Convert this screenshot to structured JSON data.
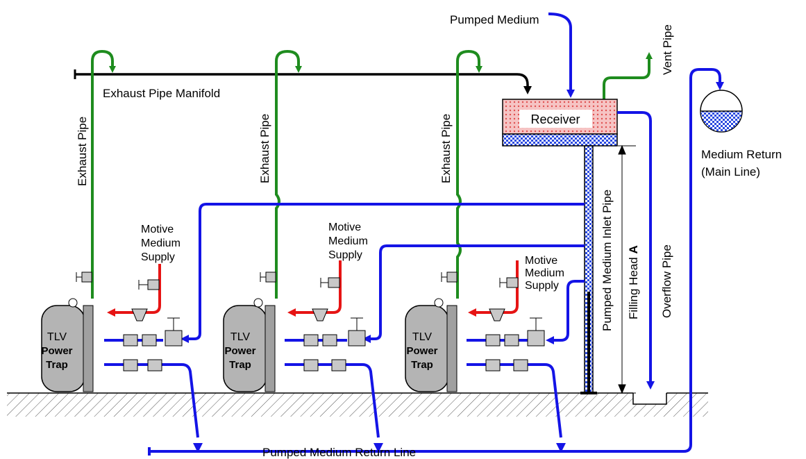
{
  "labels": {
    "pumped_medium": "Pumped Medium",
    "vent_pipe": "Vent Pipe",
    "exhaust_manifold": "Exhaust Pipe Manifold",
    "exhaust_pipe": "Exhaust Pipe",
    "receiver": "Receiver",
    "medium_return_line1": "Medium Return",
    "medium_return_line2": "(Main Line)",
    "inlet_pipe": "Pumped Medium Inlet Pipe",
    "filling_head": "Filling Head",
    "filling_head_symbol": "A",
    "overflow_pipe": "Overflow Pipe",
    "motive_line1": "Motive",
    "motive_line2": "Medium",
    "motive_line3": "Supply",
    "return_line": "Pumped Medium Return Line",
    "trap_brand": "TLV",
    "trap_line1": "Power",
    "trap_line2": "Trap"
  },
  "colors": {
    "green": "#1e8c1e",
    "blue": "#1414e6",
    "red": "#e61414",
    "body": "#b4b4b4",
    "receiver_fill": "#f4b0b0",
    "receiver_liquid": "#4a6cf0"
  },
  "traps_count_shown": 3
}
